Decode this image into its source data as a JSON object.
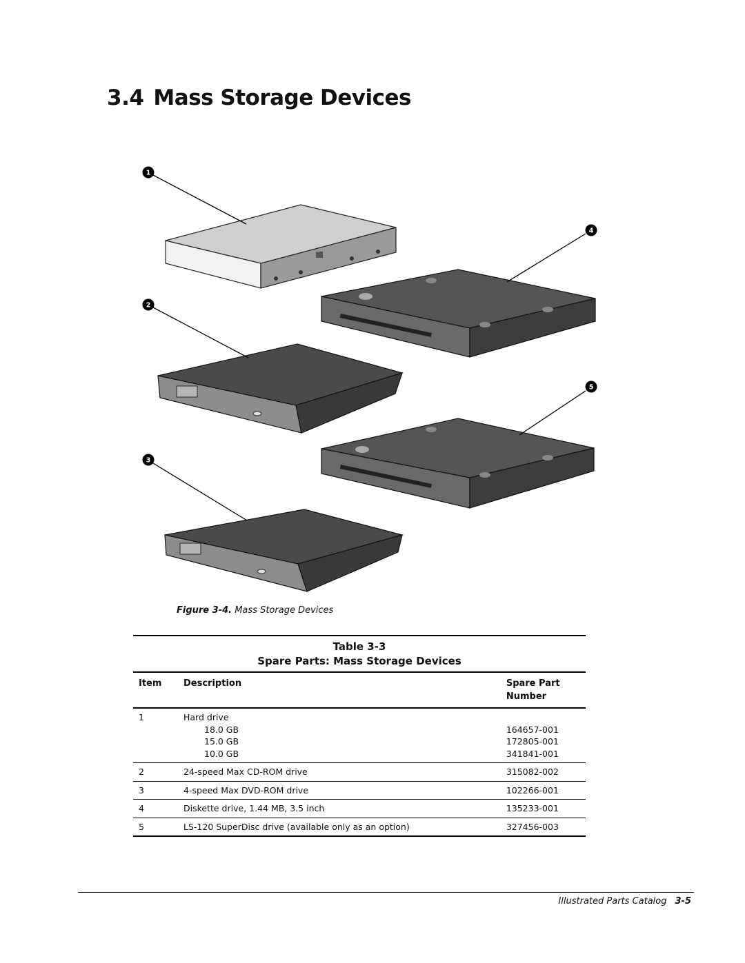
{
  "section": {
    "number": "3.4",
    "title": "Mass Storage Devices"
  },
  "figure": {
    "callouts": [
      "1",
      "2",
      "3",
      "4",
      "5"
    ],
    "caption_label": "Figure 3-4.",
    "caption_text": "Mass Storage Devices"
  },
  "table": {
    "title_line1": "Table 3-3",
    "title_line2": "Spare Parts:  Mass Storage Devices",
    "headers": {
      "item": "Item",
      "description": "Description",
      "part": "Spare Part Number"
    },
    "rows": [
      {
        "item": "1",
        "description": "Hard drive",
        "part": "",
        "sub": [
          {
            "description": "18.0 GB",
            "part": "164657-001"
          },
          {
            "description": "15.0 GB",
            "part": "172805-001"
          },
          {
            "description": "10.0 GB",
            "part": "341841-001"
          }
        ]
      },
      {
        "item": "2",
        "description": "24-speed Max CD-ROM drive",
        "part": "315082-002"
      },
      {
        "item": "3",
        "description": "4-speed Max DVD-ROM drive",
        "part": "102266-001"
      },
      {
        "item": "4",
        "description": "Diskette drive, 1.44 MB, 3.5 inch",
        "part": "135233-001"
      },
      {
        "item": "5",
        "description": "LS-120 SuperDisc drive (available only as an option)",
        "part": "327456-003"
      }
    ]
  },
  "footer": {
    "text": "Illustrated Parts Catalog",
    "page": "3-5"
  }
}
